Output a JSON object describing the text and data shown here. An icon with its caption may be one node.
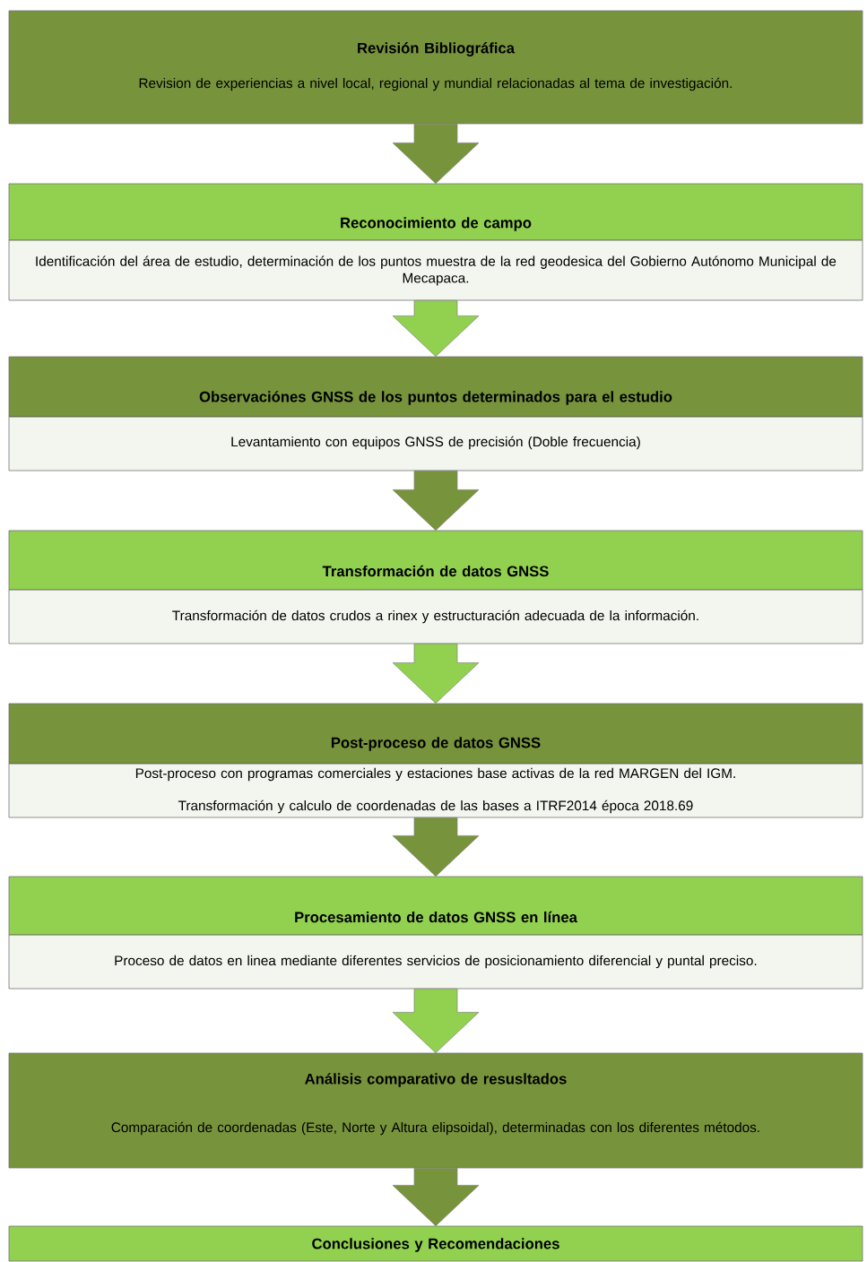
{
  "diagram": {
    "nodes": [
      {
        "text": [
          "Revisión Bibliográfica",
          "Revision de experiencias a nivel local, regional y mundial relacionadas al tema de investigación."
        ]
      },
      {
        "text": [
          "Reconocimiento de campo",
          "Identificación del área de estudio, determinación de los puntos muestra de la red geodesica del Gobierno Autónomo Municipal de Mecapaca."
        ]
      },
      {
        "text": [
          "Observaciónes GNSS de los puntos determinados para el estudio",
          "Levantamiento con equipos GNSS de precisión (Doble frecuencia)"
        ]
      },
      {
        "text": [
          "Transformación de datos GNSS",
          "Transformación de datos crudos a rinex y estructuración adecuada de la información."
        ]
      },
      {
        "text": [
          "Post-proceso de datos GNSS",
          "Post-proceso con programas comerciales y estaciones base activas de la red MARGEN del IGM.",
          "Transformación y calculo de coordenadas de las bases a ITRF2014 época 2018.69"
        ]
      },
      {
        "text": [
          "Procesamiento de datos GNSS en línea",
          "Proceso de datos en linea mediante diferentes servicios de posicionamiento diferencial y puntal preciso."
        ]
      },
      {
        "text": [
          "Análisis comparativo de resusltados",
          "Comparación de coordenadas (Este, Norte y Altura elipsoidal), determinadas con los diferentes métodos."
        ]
      },
      {
        "text": [
          "Conclusiones  y Recomendaciones"
        ]
      }
    ],
    "edges": [
      {
        "from": 0,
        "to": 1,
        "arrow": "to"
      },
      {
        "from": 1,
        "to": 2,
        "arrow": "to",
        "color": "#92d050"
      },
      {
        "from": 2,
        "to": 3,
        "arrow": "to"
      },
      {
        "from": 3,
        "to": 4,
        "arrow": "to",
        "color": "#92d050"
      },
      {
        "from": 4,
        "to": 5,
        "arrow": "to"
      },
      {
        "from": 5,
        "to": 6,
        "arrow": "to",
        "color": "#92d050"
      },
      {
        "from": 6,
        "to": 7,
        "arrow": "to"
      }
    ]
  }
}
